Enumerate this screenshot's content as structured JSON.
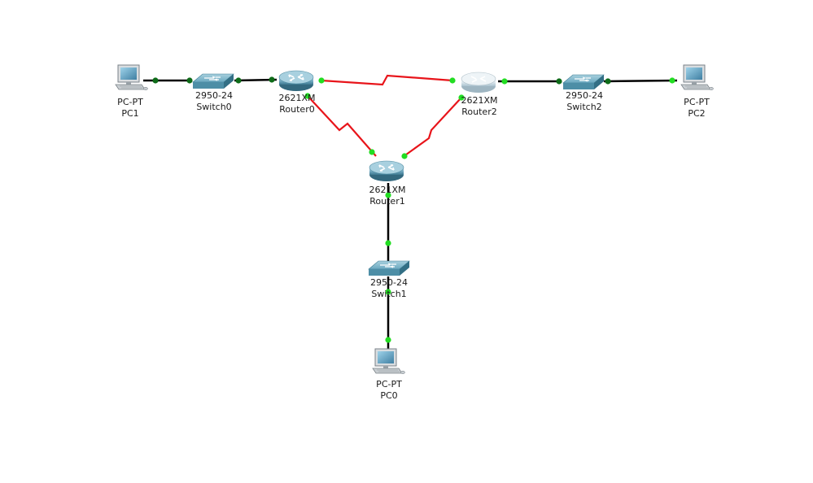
{
  "colors": {
    "copper": "#000000",
    "serial": "#e8141a",
    "port_up": "#22dd22",
    "port_dark": "#0e6b18",
    "router_body": "#6fa6bd",
    "router_selected": "#d9e5ec",
    "switch_body": "#5c9bb3",
    "pc_screen": "#4f8fb0"
  },
  "devices": {
    "pc1": {
      "model": "PC-PT",
      "name": "PC1",
      "icon": "pc-icon"
    },
    "switch0": {
      "model": "2950-24",
      "name": "Switch0",
      "icon": "switch-icon"
    },
    "router0": {
      "model": "2621XM",
      "name": "Router0",
      "icon": "router-icon"
    },
    "router2": {
      "model": "2621XM",
      "name": "Router2",
      "icon": "router-icon"
    },
    "switch2": {
      "model": "2950-24",
      "name": "Switch2",
      "icon": "switch-icon"
    },
    "pc2": {
      "model": "PC-PT",
      "name": "PC2",
      "icon": "pc-icon"
    },
    "router1": {
      "model": "2621XM",
      "name": "Router1",
      "icon": "router-icon"
    },
    "switch1": {
      "model": "2950-24",
      "name": "Switch1",
      "icon": "switch-icon"
    },
    "pc0": {
      "model": "PC-PT",
      "name": "PC0",
      "icon": "pc-icon"
    }
  }
}
